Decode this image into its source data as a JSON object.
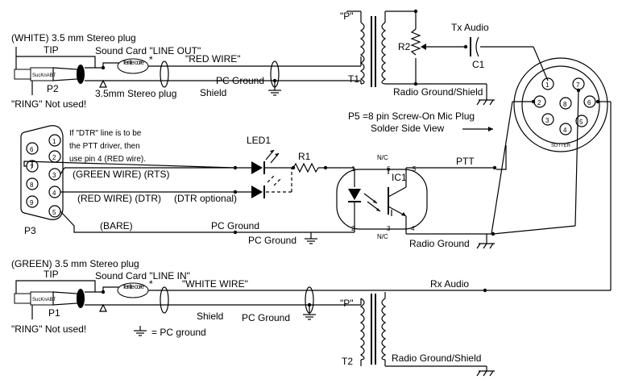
{
  "labels": {
    "white_plug": "(WHITE) 3.5 mm Stereo plug",
    "tip_top": "TIP",
    "sound_card_out": "Sound Card \"LINE OUT\"",
    "ferrite_top": "ferrite core",
    "ferrite_star_top": "*",
    "red_wire": "\"RED WIRE\"",
    "stereo_plug_top": "3.5mm Stereo plug",
    "p2": "P2",
    "ring_top": "\"RING\" Not used!",
    "pc_ground_top": "PC Ground",
    "shield_top": "Shield",
    "t1": "T1",
    "p_top": "\"P\"",
    "r2": "R2",
    "tx_audio": "Tx Audio",
    "c1": "C1",
    "radio_ground_shield_top": "Radio Ground/Shield",
    "p5_title": "P5 =8 pin Screw-On Mic Plug",
    "p5_sub": "Solder Side View",
    "dtr_note_1": "If \"DTR\" line is to be",
    "dtr_note_2": "the PTT driver, then",
    "dtr_note_3": "use pin 4 (RED wire).",
    "led1": "LED1",
    "r1": "R1",
    "green_wire_rts": "(GREEN WIRE) (RTS)",
    "red_wire_dtr": "(RED WIRE) (DTR)",
    "dtr_optional": "(DTR optional)",
    "bare": "(BARE)",
    "pc_ground_mid": "PC Ground",
    "pc_ground_mid2": "PC Ground",
    "p3": "P3",
    "nc_top": "N/C",
    "nc_bottom": "N/C",
    "ic1": "IC1",
    "ptt": "PTT",
    "radio_ground_mid": "Radio Ground",
    "green_plug": "(GREEN) 3.5 mm Stereo plug",
    "tip_bottom": "TIP",
    "sound_card_in": "Sound Card \"LINE IN\"",
    "ferrite_bottom": "ferrite core",
    "ferrite_star_bottom": "*",
    "white_wire": "\"WHITE WIRE\"",
    "p1": "P1",
    "ring_bottom": "\"RING\" Not used!",
    "shield_bottom": "Shield",
    "pc_ground_bottom": "PC Ground",
    "p_bottom": "\"P\"",
    "rx_audio": "Rx Audio",
    "pc_ground_legend": "= PC ground",
    "t2": "T2",
    "radio_ground_shield_bottom": "Radio Ground/Shield",
    "plug_brand_top": "SucKnABT",
    "plug_brand_bottom": "SucKnABT",
    "p5_brand": "SUTTER"
  },
  "db9_pins": [
    "6",
    "1",
    "7",
    "2",
    "8",
    "3",
    "9",
    "4",
    "5"
  ],
  "ic_pins": [
    "1",
    "2",
    "3",
    "4",
    "5",
    "6"
  ],
  "mic_pins": [
    "1",
    "2",
    "3",
    "4",
    "5",
    "6",
    "7",
    "8"
  ]
}
